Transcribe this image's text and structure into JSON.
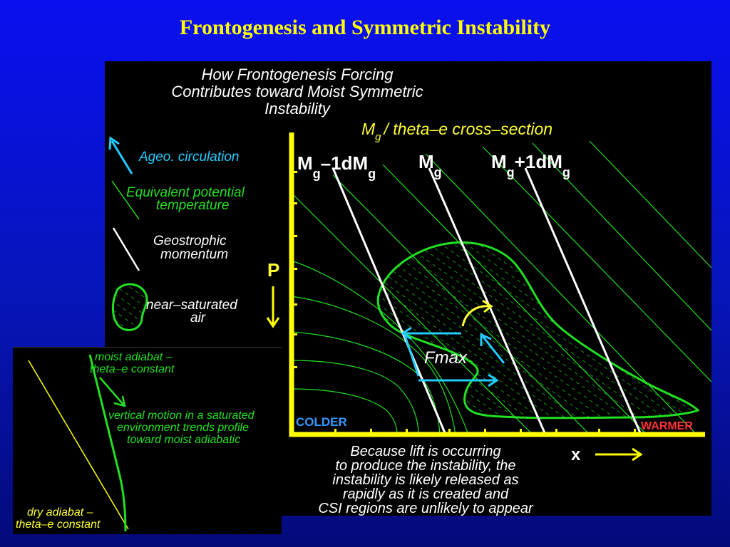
{
  "slide": {
    "title": "Frontogenesis and Symmetric Instability"
  },
  "diagram": {
    "heading": [
      "How Frontogenesis Forcing",
      "Contributes toward Moist Symmetric",
      "Instability"
    ],
    "cross_section_label": {
      "main": "M",
      "sub": "g",
      "rest": "/ theta–e cross–section"
    },
    "legend": {
      "ageo": "Ageo. circulation",
      "theta_e": [
        "Equivalent potential",
        "temperature"
      ],
      "geostrophic": [
        "Geostrophic",
        "momentum"
      ],
      "saturated": [
        "near–saturated",
        "air"
      ]
    },
    "momentum_labels": {
      "left": {
        "a": "M",
        "b": "g",
        "c": "–1dM",
        "d": "g"
      },
      "center": {
        "a": "M",
        "b": "g"
      },
      "right": {
        "a": "M",
        "b": "g",
        "c": "+1dM",
        "d": "g"
      }
    },
    "axis": {
      "p_label": "P",
      "x_label": "x",
      "colder": "COLDER",
      "warmer": "WARMER"
    },
    "fmax_label": "Fmax",
    "bottom_text": [
      "Because lift is occurring",
      "to produce the instability, the",
      "instability is likely released as",
      "rapidly as it is created and",
      "CSI regions are unlikely to appear"
    ]
  },
  "inset": {
    "moist_adiabat": [
      "moist adiabat –",
      "theta–e constant"
    ],
    "vertical_motion": [
      "vertical motion in a saturated",
      "environment trends profile",
      "toward moist adiabatic"
    ],
    "dry_adiabat": [
      "dry adiabat –",
      "theta–e constant"
    ]
  },
  "colors": {
    "background_blue": "#0a0ff0",
    "title_yellow": "#ffff00",
    "theta_e_green": "#22e022",
    "momentum_white": "#ffffff",
    "circulation_cyan": "#22ccff",
    "colder_blue": "#3399ff",
    "warmer_red": "#ff3333"
  }
}
